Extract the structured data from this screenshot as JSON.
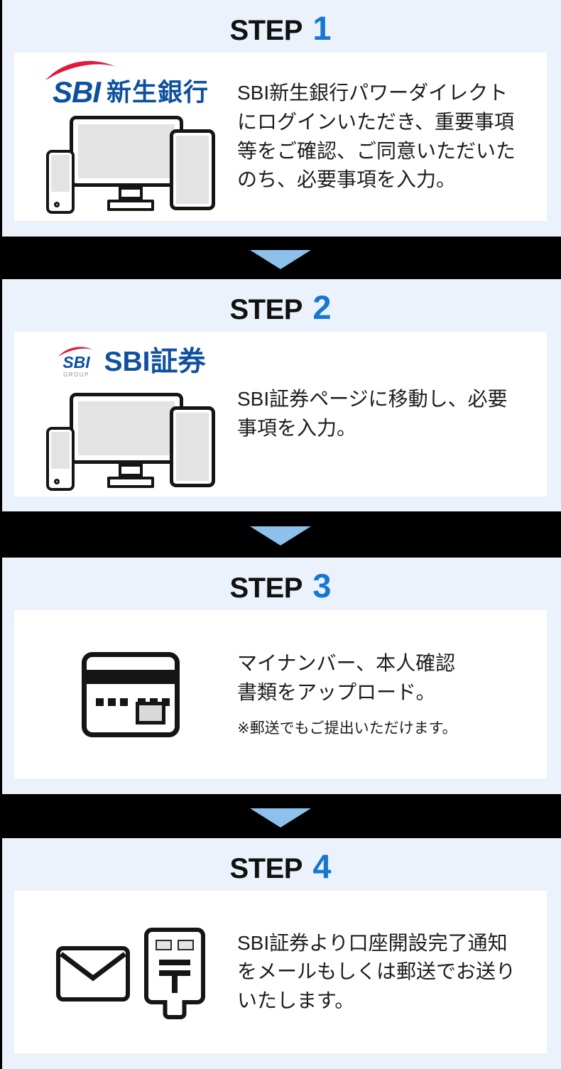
{
  "colors": {
    "page_bg": "#000000",
    "section_bg": "#ecf2fb",
    "card_bg": "#ffffff",
    "step_number_blue": "#1677d2",
    "arrow_blue": "#8dc0ea",
    "logo_blue": "#0d4fa0",
    "logo_red": "#e0193c",
    "text": "#1d1d1d"
  },
  "connector": {
    "icon": "down-arrow-icon"
  },
  "steps": [
    {
      "label": "STEP",
      "number": "1",
      "logo": {
        "icon": "sbi-shinsei-bank-logo",
        "sbi": "SBI",
        "bank": "新生銀行"
      },
      "illustration": "devices-illustration",
      "description": "SBI新生銀行パワーダイレクト\nにログインいただき、重要事項\n等をご確認、ご同意いただいた\nのち、必要事項を入力。"
    },
    {
      "label": "STEP",
      "number": "2",
      "logo": {
        "icon": "sbi-securities-logo",
        "mark_sbi": "SBI",
        "mark_group": "GROUP",
        "text": "SBI証券"
      },
      "illustration": "devices-illustration",
      "description": "SBI証券ページに移動し、必要\n事項を入力。"
    },
    {
      "label": "STEP",
      "number": "3",
      "illustration": "id-card-icon",
      "description": "マイナンバー、本人確認\n書類をアップロード。",
      "note": "※郵送でもご提出いただけます。"
    },
    {
      "label": "STEP",
      "number": "4",
      "illustration": "envelope-icon postbox-icon",
      "description": "SBI証券より口座開設完了通知\nをメールもしくは郵送でお送り\nいたします。"
    }
  ]
}
